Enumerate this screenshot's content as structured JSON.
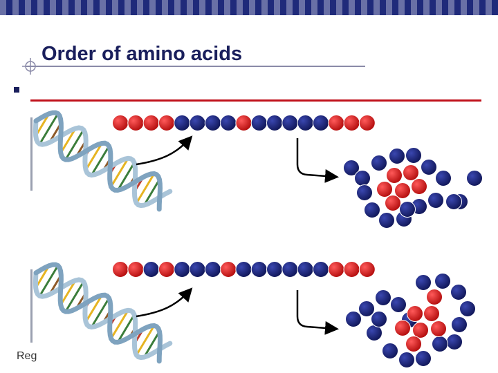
{
  "slide": {
    "title": "Order of amino acids",
    "footer": "Reg"
  },
  "colors": {
    "red_amino": "#d01a1a",
    "blue_amino": "#1a237e",
    "answer_line": "#c0101a",
    "header_bar": "#1f2a7a"
  },
  "chains": [
    {
      "sequence": [
        "red",
        "red",
        "red",
        "red",
        "blue",
        "blue",
        "blue",
        "blue",
        "red",
        "blue",
        "blue",
        "blue",
        "blue",
        "blue",
        "red",
        "red",
        "red"
      ]
    },
    {
      "sequence": [
        "red",
        "red",
        "blue",
        "red",
        "blue",
        "blue",
        "blue",
        "red",
        "blue",
        "blue",
        "blue",
        "blue",
        "blue",
        "blue",
        "red",
        "red",
        "red"
      ]
    }
  ],
  "icons": [
    "dna-helix-icon",
    "curved-arrow-icon",
    "bent-arrow-icon",
    "folded-protein-icon"
  ]
}
